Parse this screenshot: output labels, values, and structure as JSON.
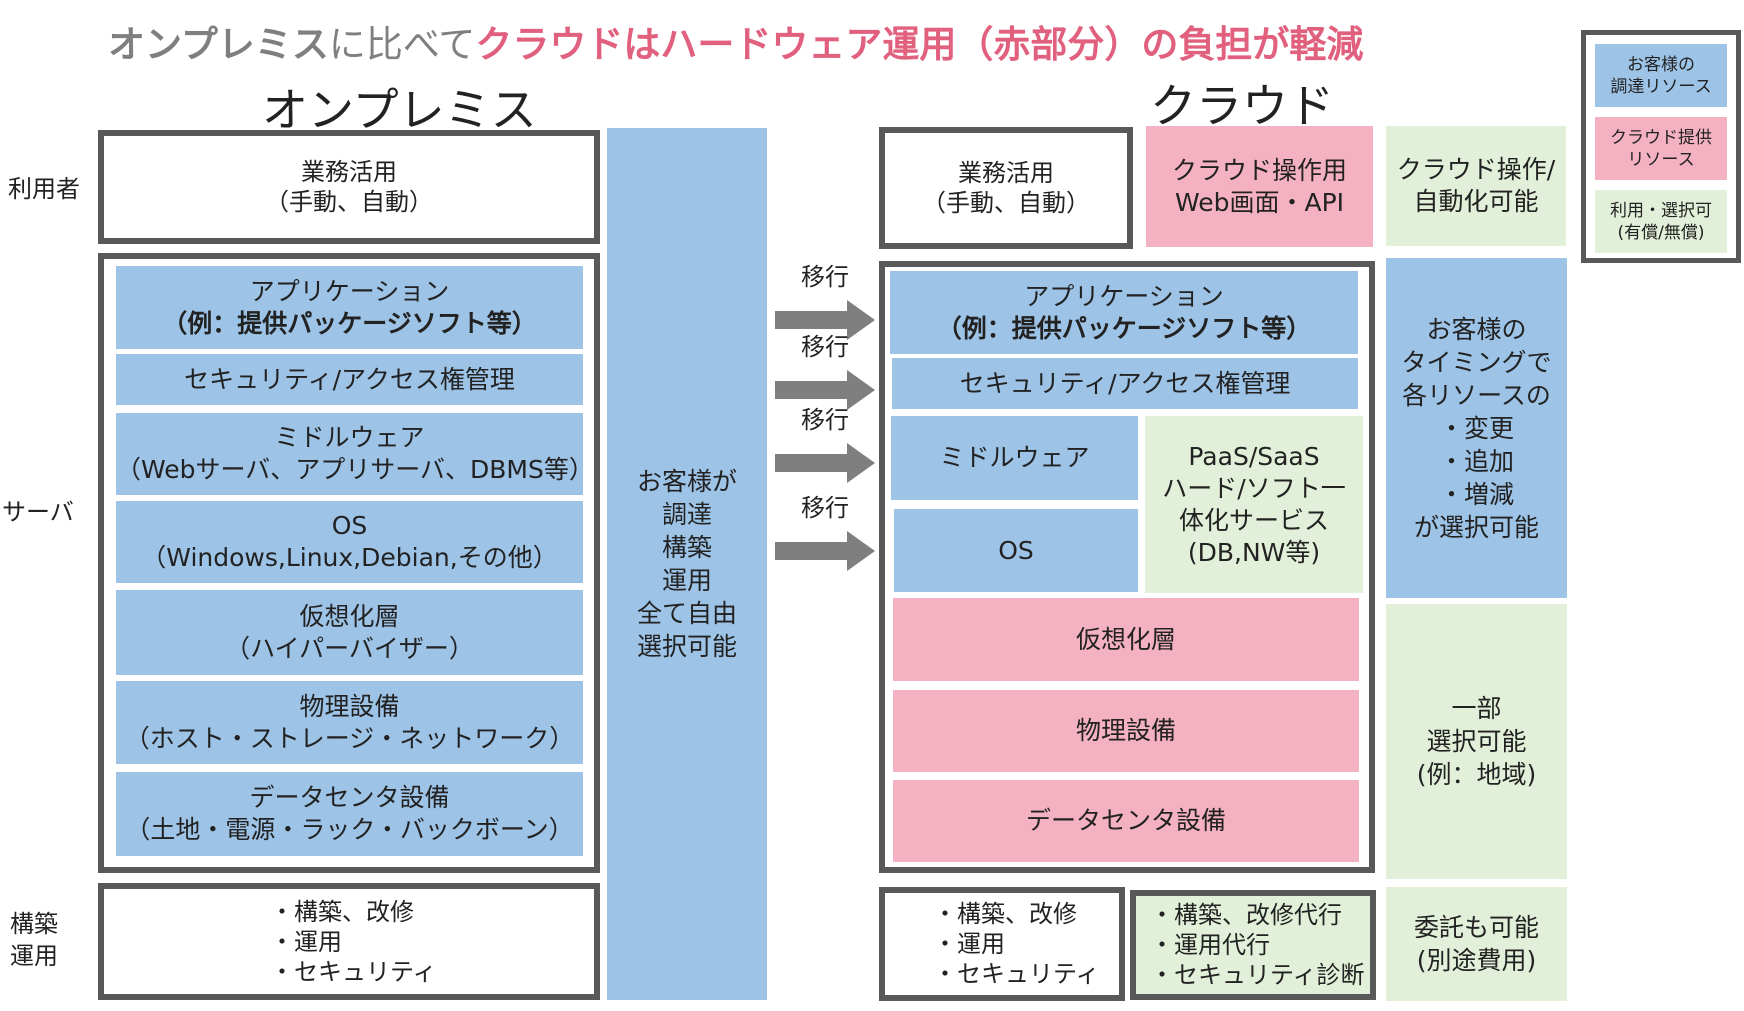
{
  "title": {
    "part1": "オンプレミス",
    "part2": "に比べて",
    "part3": "クラウドはハードウェア運用（赤部分）の負担が軽減"
  },
  "left_heading": "オンプレミス",
  "right_heading": "クラウド",
  "row_labels": {
    "user": "利用者",
    "server": "サーバ",
    "ops": [
      "構築",
      "運用"
    ]
  },
  "onprem": {
    "business": [
      "業務活用",
      "（手動、自動）"
    ],
    "app": [
      "アプリケーション",
      "（例：提供パッケージソフト等）"
    ],
    "security": "セキュリティ/アクセス権管理",
    "middleware": [
      "ミドルウェア",
      "（Webサーバ、アプリサーバ、DBMS等）"
    ],
    "os": [
      "OS",
      "（Windows,Linux,Debian,その他）"
    ],
    "virtual": [
      "仮想化層",
      "（ハイパーバイザー）"
    ],
    "physical": [
      "物理設備",
      "（ホスト・ストレージ・ネットワーク）"
    ],
    "datacenter": [
      "データセンタ設備",
      "（土地・電源・ラック・バックボーン）"
    ],
    "ops": [
      "・構築、改修",
      "・運用",
      "・セキュリティ"
    ],
    "side": [
      "お客様が",
      "調達",
      "構築",
      "運用",
      "全て自由",
      "選択可能"
    ]
  },
  "arrows": [
    "移行",
    "移行",
    "移行",
    "移行"
  ],
  "cloud": {
    "business": [
      "業務活用",
      "（手動、自動）"
    ],
    "webapi": [
      "クラウド操作用",
      "Web画面・API"
    ],
    "operate": [
      "クラウド操作/",
      "自動化可能"
    ],
    "app": [
      "アプリケーション",
      "（例：提供パッケージソフト等）"
    ],
    "security": "セキュリティ/アクセス権管理",
    "middleware": "ミドルウェア",
    "os": "OS",
    "paas": [
      "PaaS/SaaS",
      "ハード/ソフト一",
      "体化サービス",
      "(DB,NW等)"
    ],
    "virtual": "仮想化層",
    "physical": "物理設備",
    "datacenter": "データセンタ設備",
    "ops": [
      "・構築、改修",
      "・運用",
      "・セキュリティ"
    ],
    "ops_agency": [
      "・構築、改修代行",
      "・運用代行",
      "・セキュリティ診断"
    ],
    "timing": [
      "お客様の",
      "タイミングで",
      "各リソースの",
      "・変更",
      "・追加",
      "・増減",
      "が選択可能"
    ],
    "region": [
      "一部",
      "選択可能",
      "(例：地域)"
    ],
    "outsource": [
      "委託も可能",
      "(別途費用)"
    ]
  },
  "legend": {
    "customer": [
      "お客様の",
      "調達リソース"
    ],
    "cloud": [
      "クラウド提供",
      "リソース"
    ],
    "selectable": [
      "利用・選択可",
      "(有償/無償)"
    ]
  },
  "colors": {
    "customer": "#9dc3e6",
    "cloud": "#f4b1c1",
    "selectable": "#e2efd9",
    "title_gray": "#7f7f7f",
    "title_red": "#e0607e",
    "border": "#595959"
  }
}
